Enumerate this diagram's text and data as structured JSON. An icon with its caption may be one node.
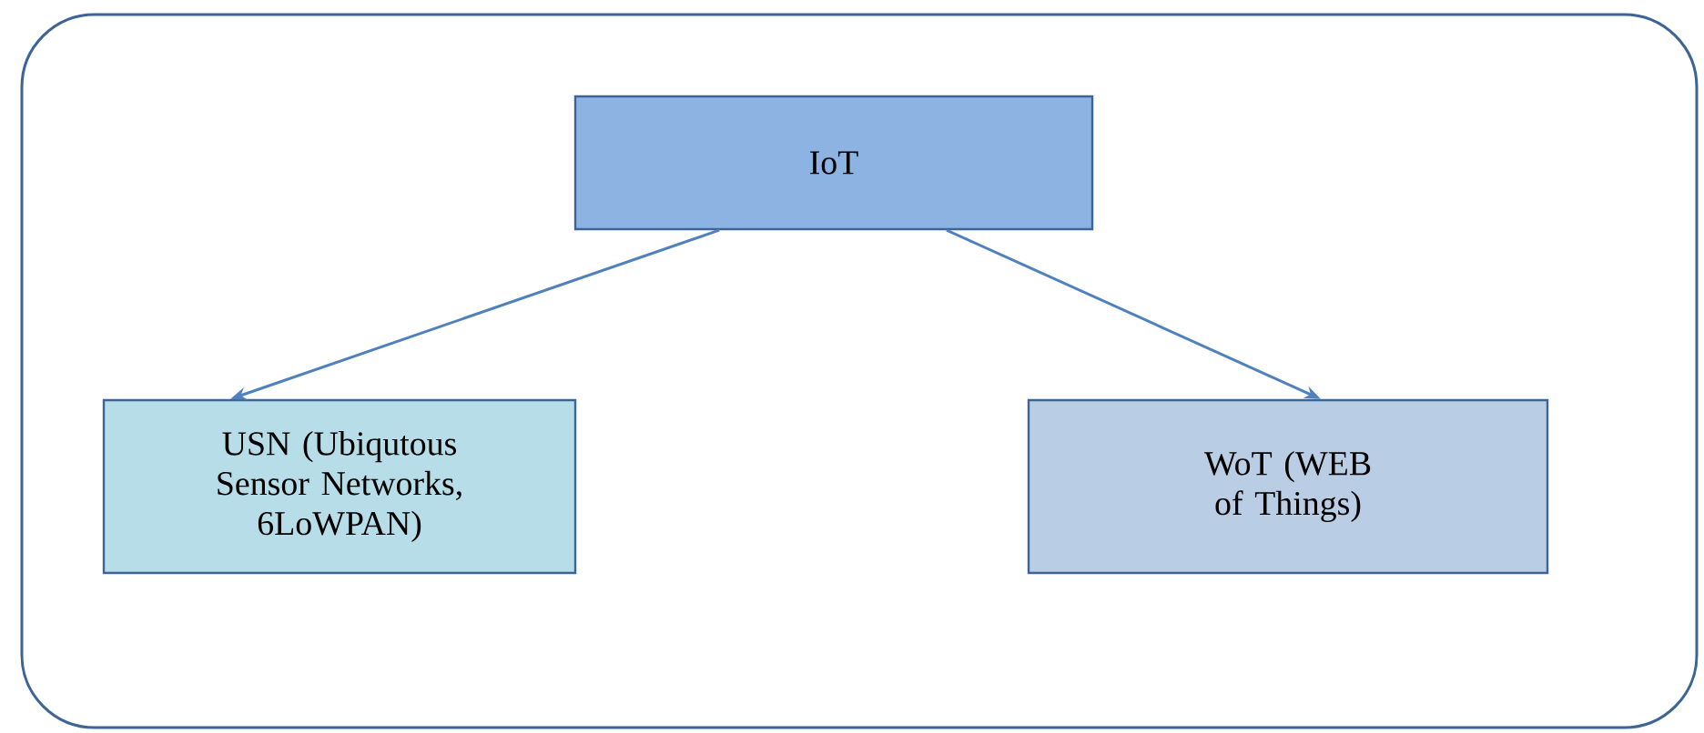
{
  "diagram": {
    "nodes": [
      {
        "text": [],
        "shape": "box"
      },
      {
        "text": [
          "IoT"
        ],
        "in": 0
      },
      {
        "text": [
          "USN (Ubiqutous Sensor Networks, 6LoWPAN)"
        ],
        "in": 0
      },
      {
        "text": [
          "WoT (WEB of Things)"
        ],
        "in": 0
      }
    ],
    "edges": [
      {
        "from": 1,
        "to": 2,
        "arrow": "to"
      },
      {
        "from": 1,
        "to": 3,
        "arrow": "to"
      }
    ]
  }
}
